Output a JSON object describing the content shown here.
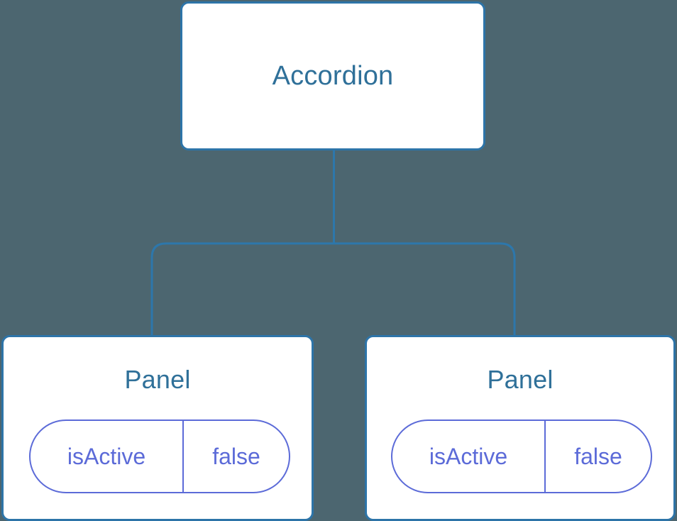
{
  "diagram": {
    "type": "component-tree",
    "background_color": "#4c6670",
    "node_border_color": "#2d74a8",
    "node_fill_color": "#ffffff",
    "node_label_color": "#2f7099",
    "prop_color": "#5c6bd8",
    "edge_color": "#2d77ab"
  },
  "root": {
    "label": "Accordion"
  },
  "children": [
    {
      "label": "Panel",
      "props": [
        {
          "key": "isActive",
          "value": "false"
        }
      ]
    },
    {
      "label": "Panel",
      "props": [
        {
          "key": "isActive",
          "value": "false"
        }
      ]
    }
  ]
}
